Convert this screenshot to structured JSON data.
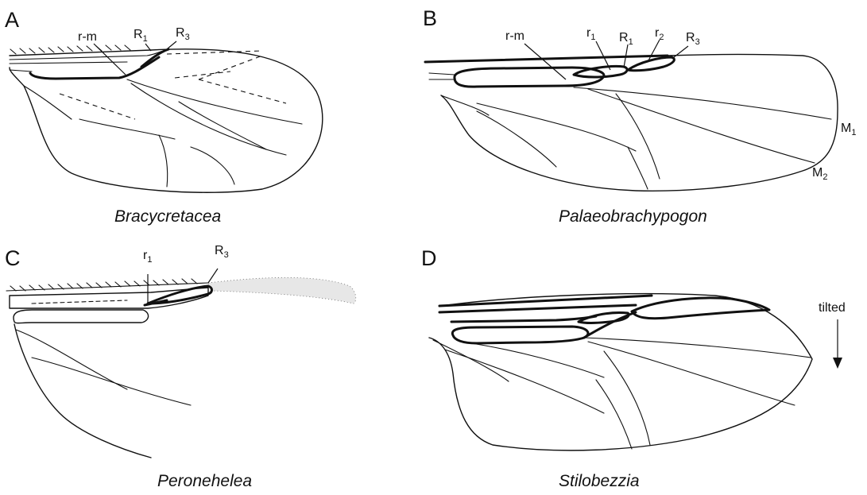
{
  "panels": [
    {
      "letter": "A",
      "taxon": "Bracycretacea",
      "vein_labels": {
        "rm": "r-m",
        "R1_main": "R",
        "R1_sub": "1",
        "R3_main": "R",
        "R3_sub": "3"
      }
    },
    {
      "letter": "B",
      "taxon": "Palaeobrachypogon",
      "vein_labels": {
        "rm": "r-m",
        "r1_main": "r",
        "r1_sub": "1",
        "R1_main": "R",
        "R1_sub": "1",
        "r2_main": "r",
        "r2_sub": "2",
        "R3_main": "R",
        "R3_sub": "3",
        "M1_main": "M",
        "M1_sub": "1",
        "M2_main": "M",
        "M2_sub": "2"
      }
    },
    {
      "letter": "C",
      "taxon": "Peronehelea",
      "vein_labels": {
        "r1_main": "r",
        "r1_sub": "1",
        "R3_main": "R",
        "R3_sub": "3"
      }
    },
    {
      "letter": "D",
      "taxon": "Stilobezzia",
      "note": "tilted"
    }
  ]
}
